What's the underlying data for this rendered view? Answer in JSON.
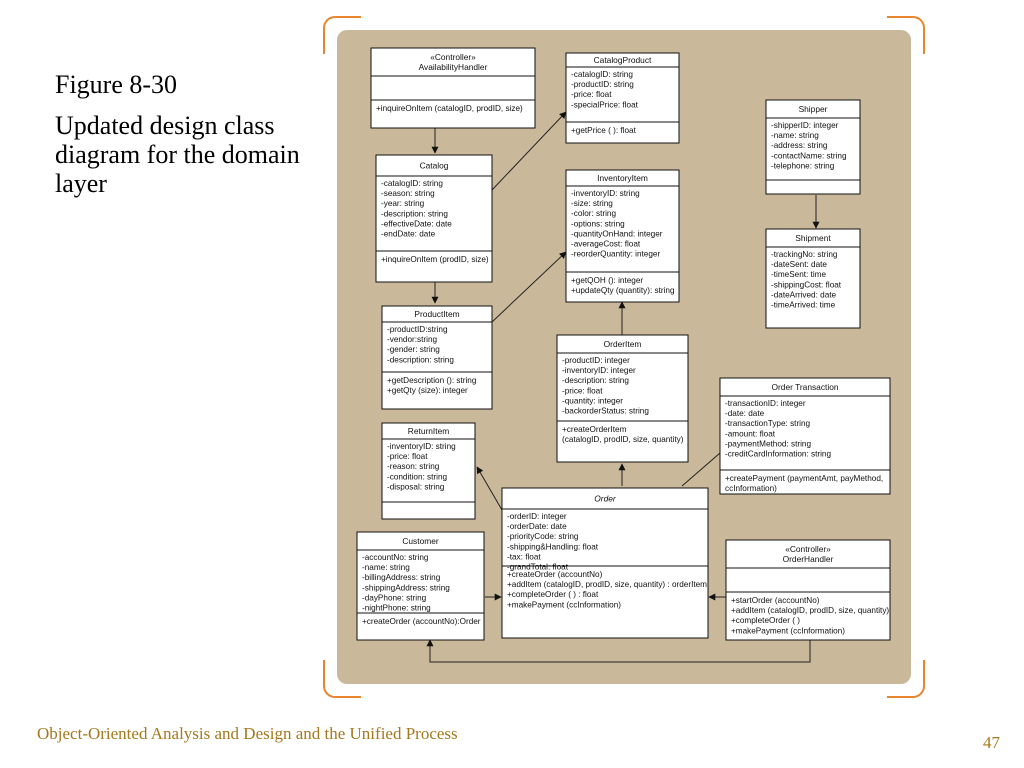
{
  "slide": {
    "title": "Figure 8-30",
    "subtitle": "Updated design class diagram for the domain layer",
    "footer": "Object-Oriented Analysis and Design and the Unified Process",
    "page_number": "47"
  },
  "classes": {
    "availability_handler": {
      "stereotype": "«Controller»",
      "name": "AvailabilityHandler",
      "attributes": [],
      "methods": [
        "+inquireOnItem (catalogID, prodID, size)"
      ]
    },
    "catalog_product": {
      "name": "CatalogProduct",
      "attributes": [
        "-catalogID: string",
        "-productID: string",
        "-price: float",
        "-specialPrice: float"
      ],
      "methods": [
        "+getPrice ( ): float"
      ]
    },
    "shipper": {
      "name": "Shipper",
      "attributes": [
        "-shipperID: integer",
        "-name: string",
        "-address: string",
        "-contactName: string",
        "-telephone: string"
      ],
      "methods": []
    },
    "catalog": {
      "name": "Catalog",
      "attributes": [
        "-catalogID: string",
        "-season: string",
        "-year: string",
        "-description: string",
        "-effectiveDate: date",
        "-endDate: date"
      ],
      "methods": [
        "+inquireOnItem (prodID, size)"
      ]
    },
    "inventory_item": {
      "name": "InventoryItem",
      "attributes": [
        "-inventoryID: string",
        "-size: string",
        "-color: string",
        "-options: string",
        "-quantityOnHand: integer",
        "-averageCost: float",
        "-reorderQuantity: integer"
      ],
      "methods": [
        "+getQOH (): integer",
        "+updateQty (quantity): string"
      ]
    },
    "shipment": {
      "name": "Shipment",
      "attributes": [
        "-trackingNo: string",
        "-dateSent: date",
        "-timeSent: time",
        "-shippingCost: float",
        "-dateArrived: date",
        "-timeArrived: time"
      ],
      "methods": []
    },
    "product_item": {
      "name": "ProductItem",
      "attributes": [
        "-productID:string",
        "-vendor:string",
        "-gender: string",
        "-description: string"
      ],
      "methods": [
        "+getDescription (): string",
        "+getQty (size): integer"
      ]
    },
    "order_item": {
      "name": "OrderItem",
      "attributes": [
        "-productID: integer",
        "-inventoryID: integer",
        "-description: string",
        "-price: float",
        "-quantity: integer",
        "-backorderStatus: string"
      ],
      "methods": [
        "+createOrderItem",
        "(catalogID, prodID, size, quantity)"
      ]
    },
    "order_transaction": {
      "name": "Order Transaction",
      "attributes": [
        "-transactionID: integer",
        "-date: date",
        "-transactionType: string",
        "-amount: float",
        "-paymentMethod: string",
        "-creditCardInformation: string"
      ],
      "methods": [
        "+createPayment (paymentAmt, payMethod,",
        "ccInformation)"
      ]
    },
    "return_item": {
      "name": "ReturnItem",
      "attributes": [
        "-inventoryID: string",
        "-price: float",
        "-reason: string",
        "-condition: string",
        "-disposal: string"
      ],
      "methods": []
    },
    "order": {
      "name": "Order",
      "attributes": [
        "-orderID: integer",
        "-orderDate: date",
        "-priorityCode: string",
        "-shipping&Handling: float",
        "-tax: float",
        "-grandTotal: float"
      ],
      "methods": [
        "+createOrder (accountNo)",
        "+addItem (catalogID, prodID, size, quantity) : orderItem",
        "+completeOrder ( ) : float",
        "+makePayment (ccInformation)"
      ]
    },
    "customer": {
      "name": "Customer",
      "attributes": [
        "-accountNo: string",
        "-name: string",
        "-billingAddress: string",
        "-shippingAddress: string",
        "-dayPhone: string",
        "-nightPhone: string"
      ],
      "methods": [
        "+createOrder (accountNo):Order"
      ]
    },
    "order_handler": {
      "stereotype": "«Controller»",
      "name": "OrderHandler",
      "attributes": [],
      "methods": [
        "+startOrder (accountNo)",
        "+addItem (catalogID, prodID, size, quantity)",
        "+completeOrder ( )",
        "+makePayment (ccInformation)"
      ]
    }
  },
  "colors": {
    "panel": "#c9b89a",
    "bracket": "#e8852e",
    "footer": "#a4781e"
  }
}
